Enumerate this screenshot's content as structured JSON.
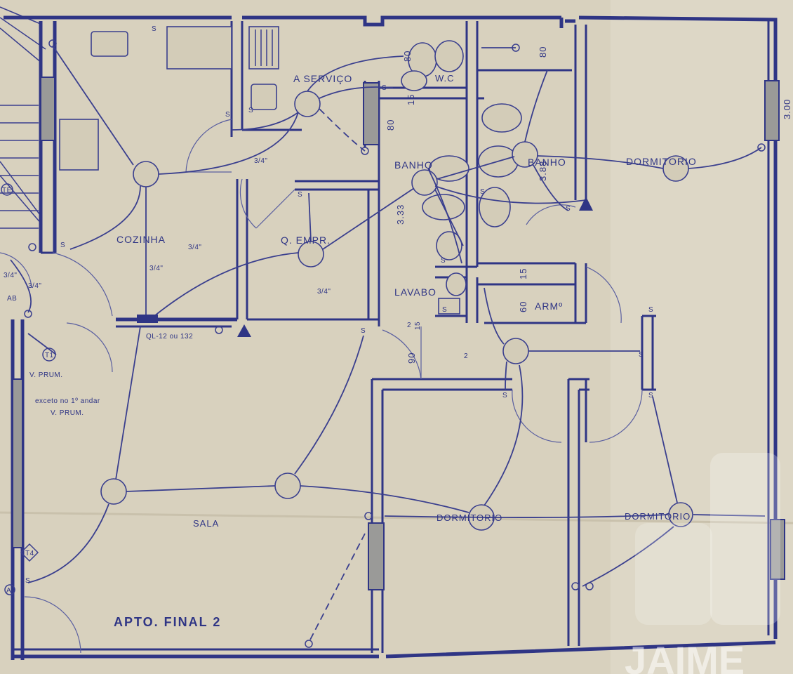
{
  "rooms": {
    "a_servico": "A SERVIÇO",
    "wc": "W.C",
    "cozinha": "COZINHA",
    "q_empr": "Q. EMPR.",
    "banho_1": "BANHO",
    "banho_2": "BANHO",
    "dormitorio_1": "DORMITORIO",
    "dormitorio_2": "DORMITORIO",
    "dormitorio_3": "DORMITORIO",
    "lavabo": "LAVABO",
    "armario": "ARMº",
    "sala": "SALA"
  },
  "dimensions": {
    "d80_a": "80",
    "d80_b": "80",
    "d15_a": "15",
    "d333": "3.33",
    "d388": "3.88",
    "d300": "3.00",
    "d15_b": "15",
    "d60": "60",
    "d90": "90",
    "d2_a": "2",
    "d2_b": "2",
    "d15_c": "15"
  },
  "pipes": {
    "p1": "3/4\"",
    "p2": "3/4\"",
    "p3": "3/4\"",
    "p4": "3/4\"",
    "p5": "3/4\"",
    "p6": "3/4\""
  },
  "annotations": {
    "ql": "QL-12 ou 132",
    "prum1": "V. PRUM.",
    "excepto": "exceto no 1º andar",
    "prum2": "V. PRUM.",
    "t1": "T1",
    "t4": "T4",
    "ab": "AB",
    "te": "TE",
    "a": "A",
    "s_labels": [
      "S",
      "S",
      "S",
      "S",
      "S",
      "S",
      "S",
      "S",
      "S",
      "S",
      "S",
      "S",
      "S",
      "S",
      "S",
      "S"
    ]
  },
  "title": "APTO. FINAL 2",
  "watermark": "JAIME",
  "colors": {
    "paper": "#d9d2bf",
    "ink": "#2f3585"
  }
}
